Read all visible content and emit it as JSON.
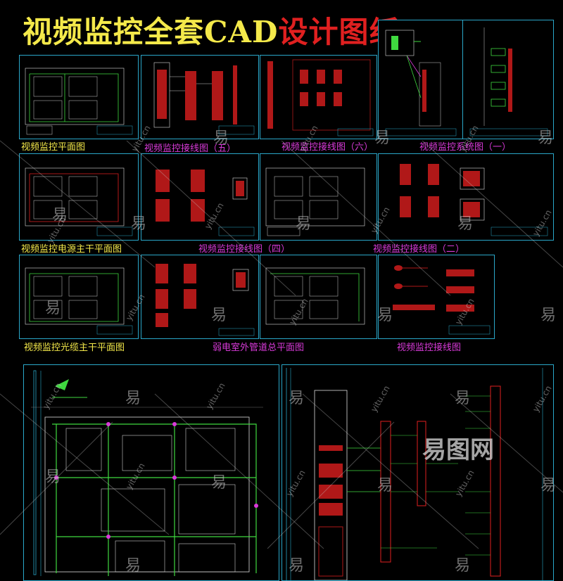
{
  "title": {
    "part1": "视频监控全套CAD",
    "part2": "设计图纸"
  },
  "thumbnails": [
    {
      "caption": "视频监控平面图",
      "color": "yellow"
    },
    {
      "caption": "视频监控接线图（五）",
      "color": "magenta"
    },
    {
      "caption": "视频监控接线图（六）",
      "color": "magenta"
    },
    {
      "caption": "视频监控系统图（一）",
      "color": "magenta"
    },
    {
      "caption": "视频监控电源主干平面图",
      "color": "yellow"
    },
    {
      "caption": "视频监控接线图（四）",
      "color": "magenta"
    },
    {
      "caption": "视频监控接线图（二）",
      "color": "magenta"
    },
    {
      "caption": "视频监控光缆主干平面图",
      "color": "yellow"
    },
    {
      "caption": "弱电室外管道总平面图",
      "color": "magenta"
    },
    {
      "caption": "视频监控接线图",
      "color": "magenta"
    }
  ],
  "watermark": {
    "small_text": "yitu.cn",
    "char": "易",
    "logo_text": "易图网"
  },
  "colors": {
    "frame": "#2aa7c9",
    "yellow": "#f4e94a",
    "red": "#e02020",
    "magenta": "#d93ad9",
    "green": "#3fd93f"
  }
}
